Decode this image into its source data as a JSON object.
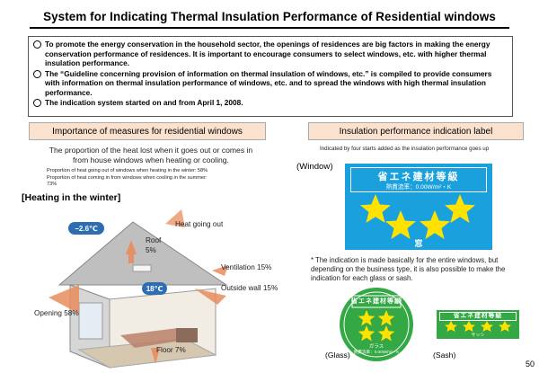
{
  "title": "System for Indicating Thermal Insulation Performance of Residential windows",
  "intro": {
    "bullets": [
      "To promote the energy conservation in the household sector, the openings of residences are big factors in making the energy conservation performance of residences. It is important to encourage consumers to select windows, etc. with higher thermal insulation performance.",
      "The “Guideline concerning provision of information on thermal insulation of windows, etc.” is compiled to provide consumers with information on thermal insulation performance of windows, etc. and to spread the windows with high thermal insulation performance.",
      "The indication system started on and from April 1, 2008."
    ]
  },
  "left": {
    "header": "Importance of measures for residential windows",
    "lead": "The proportion of the heat lost when it goes out or comes in from house windows when heating or cooling.",
    "small_lines": [
      "Proportion of heat going out of windows when heating in the winter: 58%",
      "Proportion of heat coming in from windows when cooling in the summer:",
      "73%"
    ],
    "heating_title": "[Heating in the winter]",
    "outside_temp": "−2.6℃",
    "inside_temp": "18℃",
    "labels": {
      "heat_going_out": "Heat going out",
      "roof": "Roof",
      "roof_pct": "5%",
      "ventilation": "Ventilation 15%",
      "outside_wall": "Outside wall 15%",
      "opening": "Opening 58%",
      "floor": "Floor 7%"
    }
  },
  "right": {
    "header": "Insulation performance indication label",
    "indicated": "Indicated by four starts added as the insulation performance goes up",
    "window_label": "(Window)",
    "card_title": "省エネ建材等級",
    "card_rate": "熱貫流率：0.00W/m²・K",
    "card_footer": "窓",
    "note": "* The indication is made basically for the entire windows, but depending on the business type, it is also possible to make the indication for each glass or sash.",
    "glass_label": "(Glass)",
    "sash_label": "(Sash)",
    "glass_badge_title": "省エネ建材等級",
    "glass_badge_sub": "ガラス",
    "glass_badge_rate": "熱貫流率：0.00W/m²・K",
    "sash_badge_title": "省エネ建材等級",
    "sash_badge_sub": "サッシ"
  },
  "page_number": "50",
  "colors": {
    "header_bg": "#fbe2cf",
    "label_blue": "#1aa0dc",
    "badge_green": "#33a844",
    "star_yellow": "#ffe200",
    "temp_blue": "#2f6db3"
  }
}
